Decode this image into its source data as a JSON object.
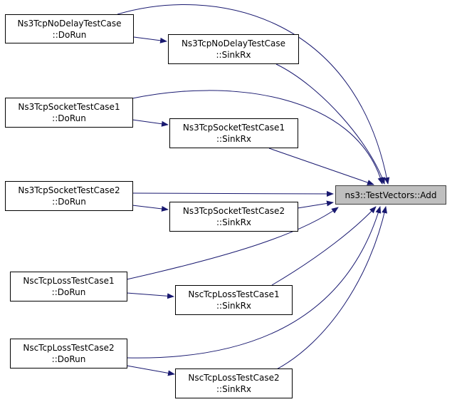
{
  "colors": {
    "edge": "#191970",
    "target_fill": "#bfbfbf",
    "node_fill": "#ffffff",
    "border": "#000000"
  },
  "nodes": {
    "target": {
      "line1": "ns3::TestVectors::Add"
    },
    "nodelay_dorun": {
      "line1": "Ns3TcpNoDelayTestCase",
      "line2": "::DoRun"
    },
    "nodelay_sinkrx": {
      "line1": "Ns3TcpNoDelayTestCase",
      "line2": "::SinkRx"
    },
    "socket1_dorun": {
      "line1": "Ns3TcpSocketTestCase1",
      "line2": "::DoRun"
    },
    "socket1_sinkrx": {
      "line1": "Ns3TcpSocketTestCase1",
      "line2": "::SinkRx"
    },
    "socket2_dorun": {
      "line1": "Ns3TcpSocketTestCase2",
      "line2": "::DoRun"
    },
    "socket2_sinkrx": {
      "line1": "Ns3TcpSocketTestCase2",
      "line2": "::SinkRx"
    },
    "nsc1_dorun": {
      "line1": "NscTcpLossTestCase1",
      "line2": "::DoRun"
    },
    "nsc1_sinkrx": {
      "line1": "NscTcpLossTestCase1",
      "line2": "::SinkRx"
    },
    "nsc2_dorun": {
      "line1": "NscTcpLossTestCase2",
      "line2": "::DoRun"
    },
    "nsc2_sinkrx": {
      "line1": "NscTcpLossTestCase2",
      "line2": "::SinkRx"
    }
  }
}
